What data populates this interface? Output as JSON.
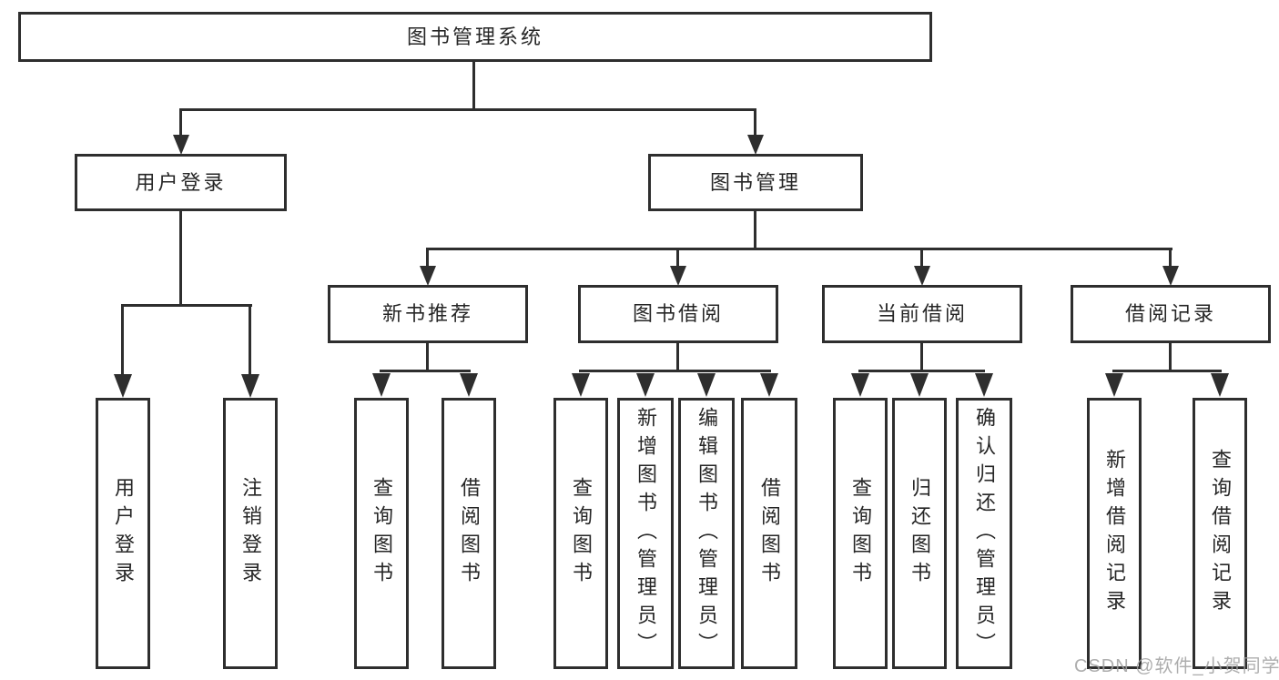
{
  "tree": {
    "label": "图书管理系统",
    "children": [
      {
        "label": "用户登录",
        "children": [
          {
            "label": "用户登录"
          },
          {
            "label": "注销登录"
          }
        ]
      },
      {
        "label": "图书管理",
        "children": [
          {
            "label": "新书推荐",
            "children": [
              {
                "label": "查询图书"
              },
              {
                "label": "借阅图书"
              }
            ]
          },
          {
            "label": "图书借阅",
            "children": [
              {
                "label": "查询图书"
              },
              {
                "label": "新增图书（管理员）"
              },
              {
                "label": "编辑图书（管理员）"
              },
              {
                "label": "借阅图书"
              }
            ]
          },
          {
            "label": "当前借阅",
            "children": [
              {
                "label": "查询图书"
              },
              {
                "label": "归还图书"
              },
              {
                "label": "确认归还（管理员）"
              }
            ]
          },
          {
            "label": "借阅记录",
            "children": [
              {
                "label": "新增借阅记录"
              },
              {
                "label": "查询借阅记录"
              }
            ]
          }
        ]
      }
    ]
  },
  "watermark": {
    "text": "CSDN @软件_小贺同学"
  },
  "colors": {
    "line": "#2e2e2e",
    "text": "#262626",
    "background": "#ffffff",
    "watermark": "#a0a0a0"
  }
}
